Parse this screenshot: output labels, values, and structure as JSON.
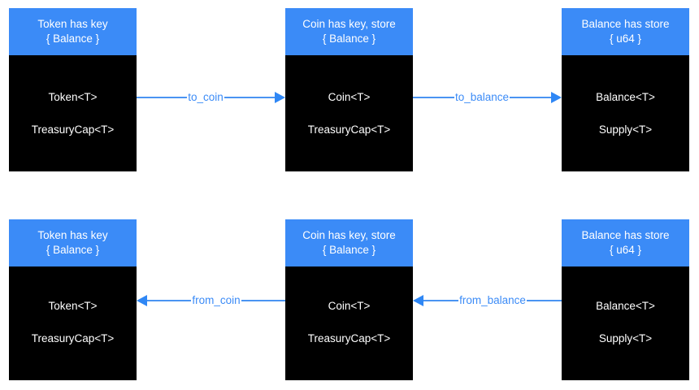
{
  "diagram": {
    "background_color": "#ffffff",
    "header_color": "#3b8bf7",
    "body_color": "#000000",
    "edge_color": "#3b8bf7",
    "nodes": [
      {
        "id": "token-top",
        "header_line1": "Token has key",
        "header_line2": "{ Balance }",
        "body_line1": "Token<T>",
        "body_line2": "TreasuryCap<T>"
      },
      {
        "id": "coin-top",
        "header_line1": "Coin has key, store",
        "header_line2": "{ Balance }",
        "body_line1": "Coin<T>",
        "body_line2": "TreasuryCap<T>"
      },
      {
        "id": "balance-top",
        "header_line1": "Balance has store",
        "header_line2": "{ u64 }",
        "body_line1": "Balance<T>",
        "body_line2": "Supply<T>"
      },
      {
        "id": "token-bottom",
        "header_line1": "Token has key",
        "header_line2": "{ Balance }",
        "body_line1": "Token<T>",
        "body_line2": "TreasuryCap<T>"
      },
      {
        "id": "coin-bottom",
        "header_line1": "Coin has key, store",
        "header_line2": "{ Balance }",
        "body_line1": "Coin<T>",
        "body_line2": "TreasuryCap<T>"
      },
      {
        "id": "balance-bottom",
        "header_line1": "Balance has store",
        "header_line2": "{ u64 }",
        "body_line1": "Balance<T>",
        "body_line2": "Supply<T>"
      }
    ],
    "edges": [
      {
        "id": "to-coin",
        "label": "to_coin",
        "direction": "right",
        "from": "token-top",
        "to": "coin-top"
      },
      {
        "id": "to-balance",
        "label": "to_balance",
        "direction": "right",
        "from": "coin-top",
        "to": "balance-top"
      },
      {
        "id": "from-coin",
        "label": "from_coin",
        "direction": "left",
        "from": "coin-bottom",
        "to": "token-bottom"
      },
      {
        "id": "from-balance",
        "label": "from_balance",
        "direction": "left",
        "from": "balance-bottom",
        "to": "coin-bottom"
      }
    ]
  }
}
